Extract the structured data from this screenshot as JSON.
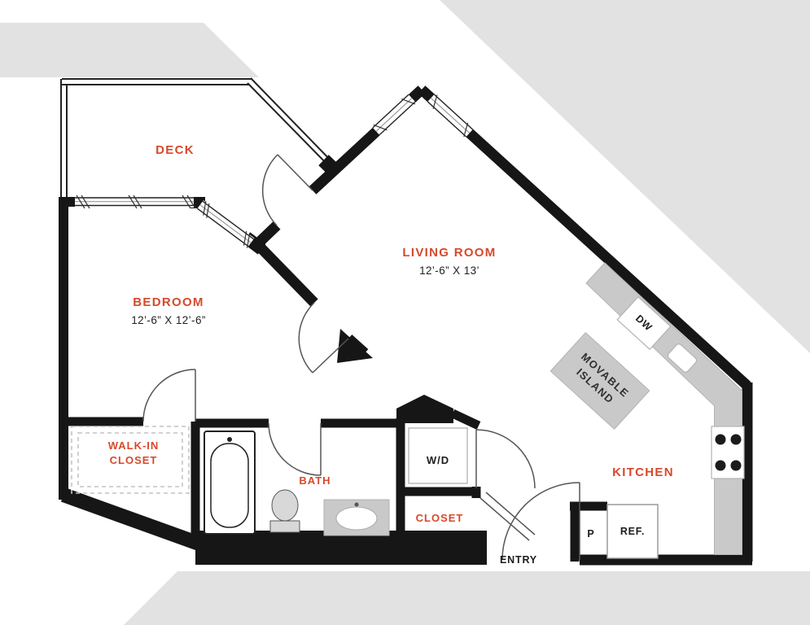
{
  "colors": {
    "accent": "#d6492c",
    "wall": "#161616",
    "bg_shape": "#e2e2e2",
    "counter": "#c9c9c9"
  },
  "rooms": {
    "deck": {
      "label": "DECK"
    },
    "bedroom": {
      "label": "BEDROOM",
      "dims": "12’-6” X 12’-6”"
    },
    "living_room": {
      "label": "LIVING ROOM",
      "dims": "12’-6” X 13’"
    },
    "walk_in_closet": {
      "line1": "WALK-IN",
      "line2": "CLOSET"
    },
    "bath": {
      "label": "BATH"
    },
    "laundry": {
      "label": "W/D"
    },
    "closet": {
      "label": "CLOSET"
    },
    "kitchen": {
      "label": "KITCHEN"
    },
    "entry": {
      "label": "ENTRY"
    }
  },
  "fixtures": {
    "island": {
      "line1": "MOVABLE",
      "line2": "ISLAND"
    },
    "dishwasher": {
      "label": "DW"
    },
    "refrigerator": {
      "label": "REF."
    },
    "pantry": {
      "label": "P"
    }
  }
}
